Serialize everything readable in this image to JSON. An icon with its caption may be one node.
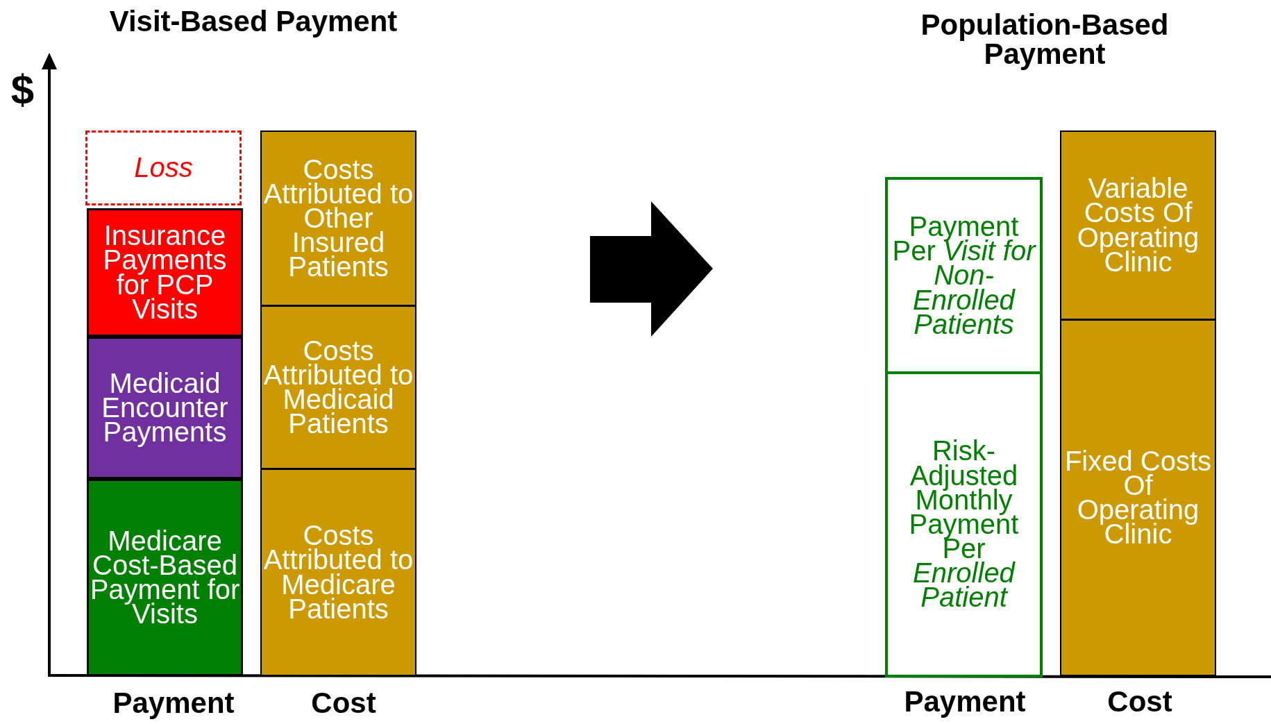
{
  "diagram": {
    "nodes": [
      {
        "text": [
          "Loss"
        ]
      },
      {
        "text": [
          "Insurance Payments for PCP Visits"
        ]
      },
      {
        "text": [
          "Medicaid Encounter Payments"
        ]
      },
      {
        "text": [
          "Medicare Cost-Based Payment for Visits"
        ]
      },
      {
        "text": [
          "Costs Attributed to Other Insured Patients"
        ]
      },
      {
        "text": [
          "Costs Attributed to Medicaid Patients"
        ]
      },
      {
        "text": [
          "Costs Attributed to Medicare Patients"
        ]
      },
      {
        "text": [
          "Payment Per *Visit for Non-Enrolled Patients*"
        ]
      },
      {
        "text": [
          "Risk-Adjusted Monthly Payment Per *Enrolled Patient*"
        ]
      },
      {
        "text": [
          "Variable Costs Of Operating Clinic"
        ]
      },
      {
        "text": [
          "Fixed Costs Of Operating Clinic"
        ]
      }
    ],
    "labels": [
      "Visit-Based Payment",
      "$",
      "Population-Based Payment",
      "Payment",
      "Cost",
      "Payment",
      "Cost"
    ]
  }
}
